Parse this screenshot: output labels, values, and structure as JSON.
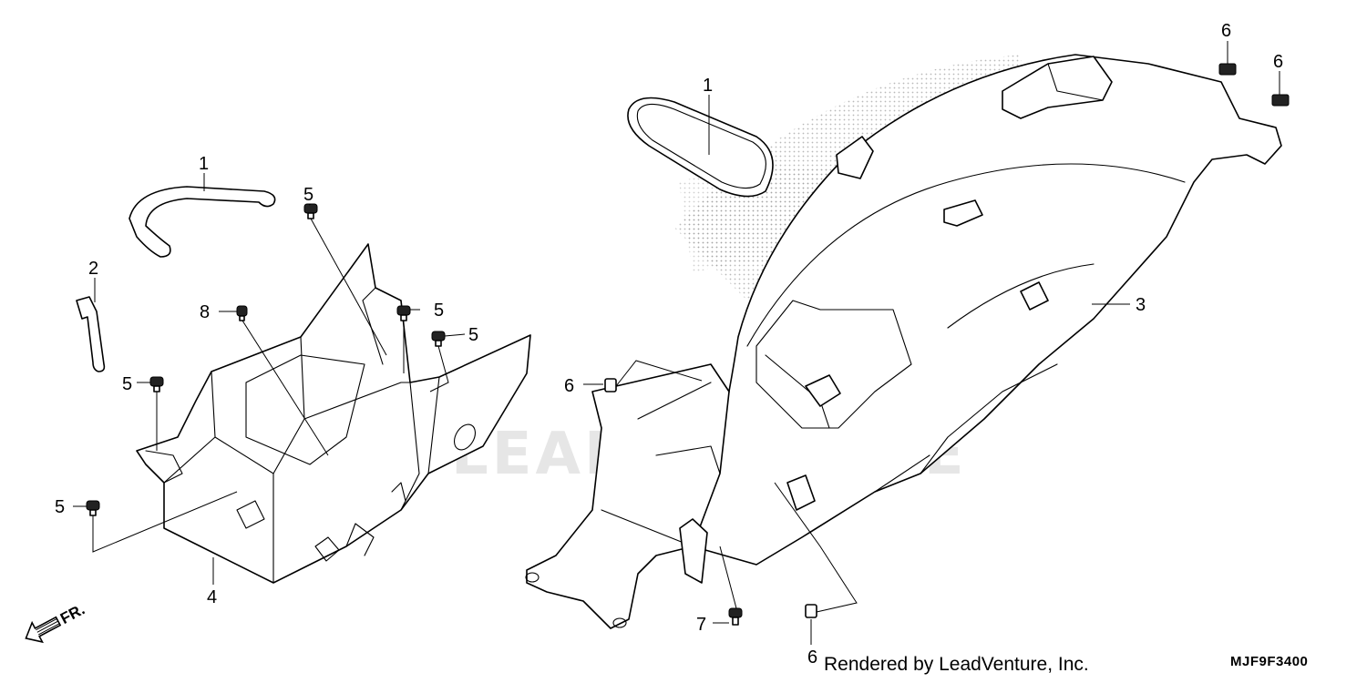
{
  "watermark": {
    "text": "LEADVENTURE"
  },
  "callouts": {
    "left_1": "1",
    "left_2": "2",
    "left_4": "4",
    "left_5a": "5",
    "left_5b": "5",
    "left_5c": "5",
    "left_5d": "5",
    "left_5e": "5",
    "left_8": "8",
    "right_1": "1",
    "right_3": "3",
    "right_6a": "6",
    "right_6b": "6",
    "right_6c": "6",
    "right_6d": "6",
    "right_7": "7"
  },
  "direction_label": "FR.",
  "footer": {
    "credit": "Rendered by LeadVenture, Inc.",
    "code": "MJF9F3400"
  }
}
